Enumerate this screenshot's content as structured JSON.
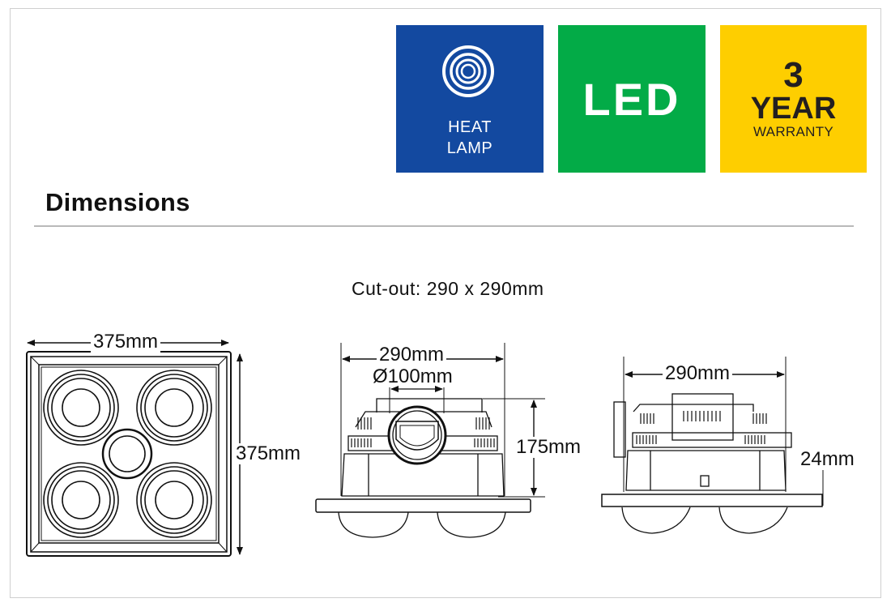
{
  "badges": [
    {
      "id": "heat-lamp",
      "icon": "concentric-circles-heat-icon",
      "line1": "HEAT",
      "line2": "LAMP",
      "color": "#1349a0"
    },
    {
      "id": "led",
      "label": "LED",
      "color": "#03ab47"
    },
    {
      "id": "warranty",
      "number": "3",
      "line1": "YEAR",
      "line2": "WARRANTY",
      "color": "#fece00"
    }
  ],
  "section": {
    "title": "Dimensions",
    "cutout": "Cut-out: 290 x 290mm"
  },
  "drawings": {
    "front": {
      "width": "375mm",
      "height": "375mm"
    },
    "side": {
      "width": "290mm",
      "duct": "Ø100mm",
      "height": "175mm"
    },
    "profile": {
      "width": "290mm",
      "trim": "24mm"
    }
  }
}
